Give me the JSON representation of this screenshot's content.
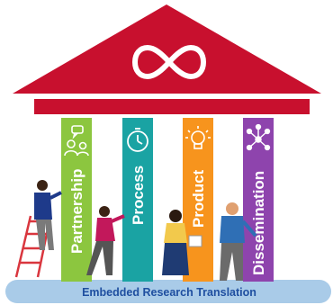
{
  "roof": {
    "symbol": "infinity",
    "color": "#c8102e"
  },
  "columns": [
    {
      "label": "Partnership",
      "icon": "people-chat-icon",
      "color": "#8cc63f"
    },
    {
      "label": "Process",
      "icon": "stopwatch-icon",
      "color": "#1aa3a3"
    },
    {
      "label": "Product",
      "icon": "lightbulb-icon",
      "color": "#f7941d"
    },
    {
      "label": "Dissemination",
      "icon": "network-icon",
      "color": "#8e44ad"
    }
  ],
  "base": {
    "label": "Embedded Research Translation",
    "color": "#a9cbe8"
  }
}
